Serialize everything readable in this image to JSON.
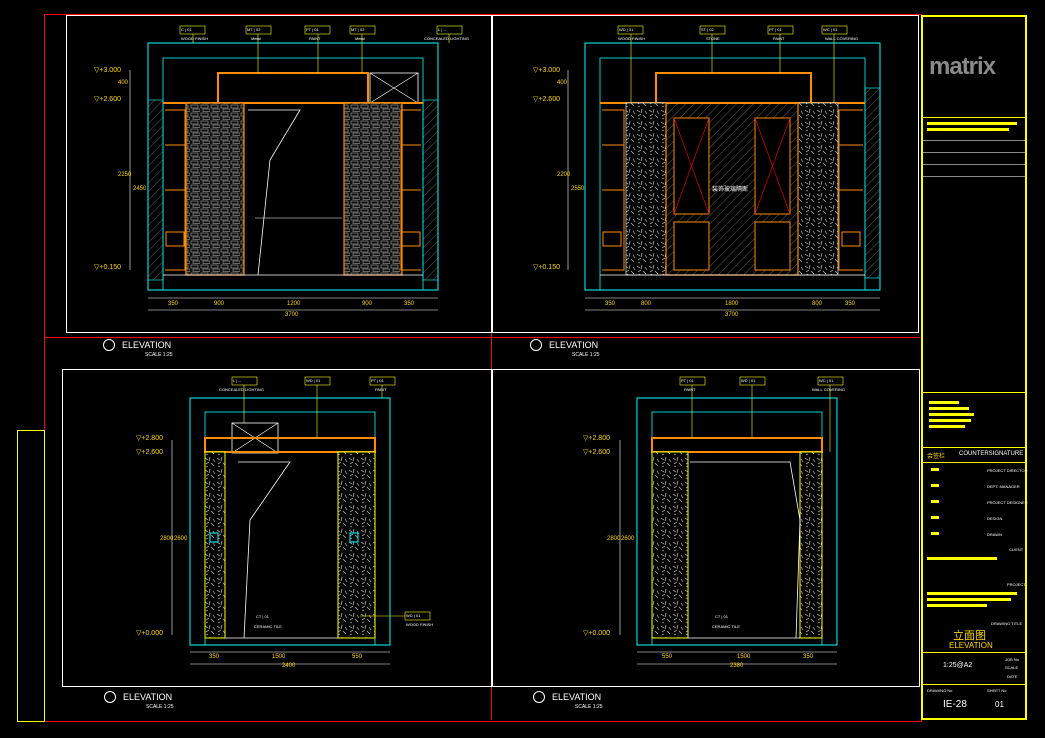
{
  "drawing": {
    "views": [
      {
        "id": "view-1",
        "title": "ELEVATION",
        "scale": "SCALE 1:25",
        "dims_bottom": [
          "350",
          "900",
          "1200",
          "900",
          "350"
        ],
        "dims_total": "3700",
        "levels": [
          "▽+3.000",
          "▽+2.600",
          "▽+0.150"
        ],
        "tags": [
          {
            "code": "C | 01",
            "text": "WOOD FINISH"
          },
          {
            "code": "MT | 02",
            "text": "Metal"
          },
          {
            "code": "PT | 01",
            "text": "PAINT"
          },
          {
            "code": "MT | 02",
            "text": "Metal"
          },
          {
            "code": "L | --",
            "text": "CONCEALED LIGHTING"
          }
        ],
        "dims_left": [
          "400",
          "2250",
          "2450"
        ]
      },
      {
        "id": "view-2",
        "title": "ELEVATION",
        "scale": "SCALE 1:25",
        "dims_bottom": [
          "350",
          "800",
          "1800",
          "800",
          "350"
        ],
        "dims_total": "3700",
        "levels": [
          "▽+3.000",
          "▽+2.600",
          "▽+0.150"
        ],
        "tags": [
          {
            "code": "WD | 01",
            "text": "WOOD FINISH"
          },
          {
            "code": "ST | 02",
            "text": "STONE"
          },
          {
            "code": "PT | 01",
            "text": "PAINT"
          },
          {
            "code": "WC | 01",
            "text": "WALL COVERING"
          }
        ],
        "dims_left": [
          "400",
          "2200",
          "2550"
        ],
        "center_label": "装饰玻璃隔断"
      },
      {
        "id": "view-3",
        "title": "ELEVATION",
        "scale": "SCALE 1:25",
        "dims_bottom": [
          "350",
          "1500",
          "550"
        ],
        "dims_total": "2400",
        "levels": [
          "▽+2.800",
          "▽+2.600",
          "▽+0.000"
        ],
        "tags": [
          {
            "code": "L | --",
            "text": "CONCEALED LIGHTING"
          },
          {
            "code": "WD | 01",
            "text": ""
          },
          {
            "code": "PT | 01",
            "text": "PAINT"
          }
        ],
        "dims_left": [
          "2800",
          "2600"
        ],
        "bottom_tag": {
          "code": "CT | 01",
          "text": "CERAMIC TILE"
        },
        "side_tag": {
          "code": "WD | 01",
          "text": "WOOD FINISH"
        }
      },
      {
        "id": "view-4",
        "title": "ELEVATION",
        "scale": "SCALE 1:25",
        "dims_bottom": [
          "550",
          "1500",
          "350"
        ],
        "dims_total": "2380",
        "levels": [
          "▽+2.800",
          "▽+2.600",
          "▽+0.000"
        ],
        "tags": [
          {
            "code": "PT | 01",
            "text": "PAINT"
          },
          {
            "code": "WD | 01",
            "text": ""
          },
          {
            "code": "WC | 01",
            "text": "WALL COVERING"
          }
        ],
        "dims_left": [
          "2800",
          "2600"
        ],
        "bottom_tag": {
          "code": "CT | 01",
          "text": "CERAMIC TILE"
        }
      }
    ]
  },
  "title_block": {
    "logo": "matrix",
    "countersignature": "COUNTERSIGNATURE",
    "signature_label": "会签栏",
    "roles": [
      "PROJECT DIRECTOR",
      "DEPT. MANAGER",
      "PROJECT DESIGNER",
      "DESIGN",
      "DRAWN"
    ],
    "client_label": "CLIENT",
    "project_label": "PROJECT",
    "drawing_title_label": "DRAWING TITLE",
    "drawing_title_cn": "立面图",
    "drawing_title_en": "ELEVATION",
    "job_no_label": "JOB No",
    "scale_label": "SCALE",
    "scale_value": "1:25@A2",
    "date_label": "DATE",
    "drawing_no_label": "DRAWING No",
    "sheet_label": "SHEET No",
    "drawing_no": "IE-28",
    "sheet_no": "01"
  },
  "colors": {
    "frame": "#ffff00",
    "border": "#ff0000",
    "wall": "#00ffff",
    "accent": "#ff8c00",
    "white": "#ffffff",
    "gray": "#8a8a8a"
  }
}
